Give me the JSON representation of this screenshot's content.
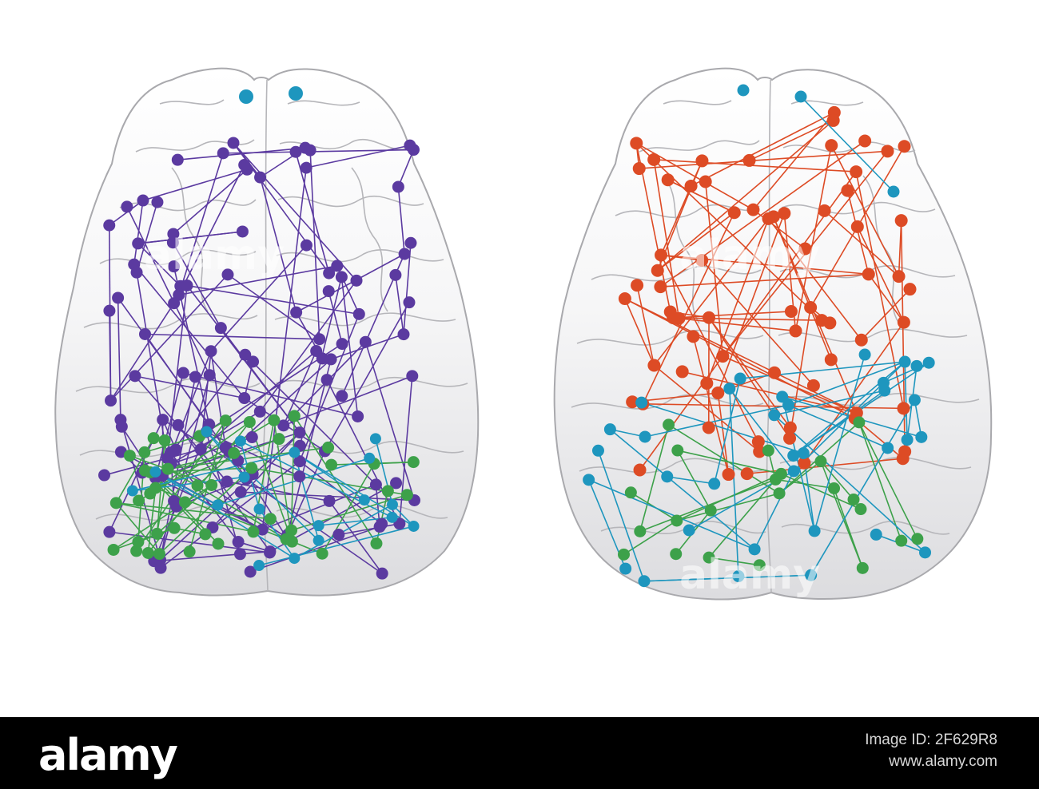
{
  "footer": {
    "logo": "alamy",
    "image_id": "Image ID: 2F629R8",
    "site": "www.alamy.com"
  },
  "watermark": "alamy",
  "colors": {
    "background": "#ffffff",
    "brain_fill": "#e3e3e6",
    "brain_outline": "#a9a9ad",
    "purple": "#5b3aa0",
    "green": "#3da14a",
    "blue": "#1e96be",
    "red": "#dd4b25",
    "footer_bg": "#000000"
  }
}
